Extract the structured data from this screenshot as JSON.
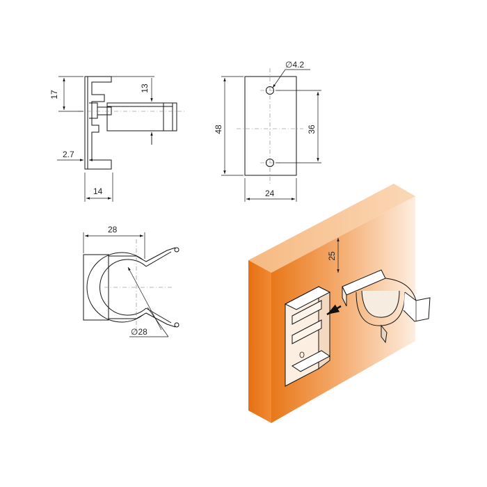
{
  "side_view": {
    "dim_height": "17",
    "dim_offset": "13",
    "dim_thickness": "2.7",
    "dim_width": "14"
  },
  "front_view": {
    "dim_hole": "∅4.2",
    "dim_height": "48",
    "dim_spacing": "36",
    "dim_width": "24"
  },
  "clip_view": {
    "dim_width": "28",
    "dim_diameter": "∅28"
  },
  "assembly_view": {
    "dim_offset": "25"
  },
  "colors": {
    "wood_dark": "#e87a1c",
    "wood_light": "#fbe3cc",
    "line": "#111111"
  }
}
